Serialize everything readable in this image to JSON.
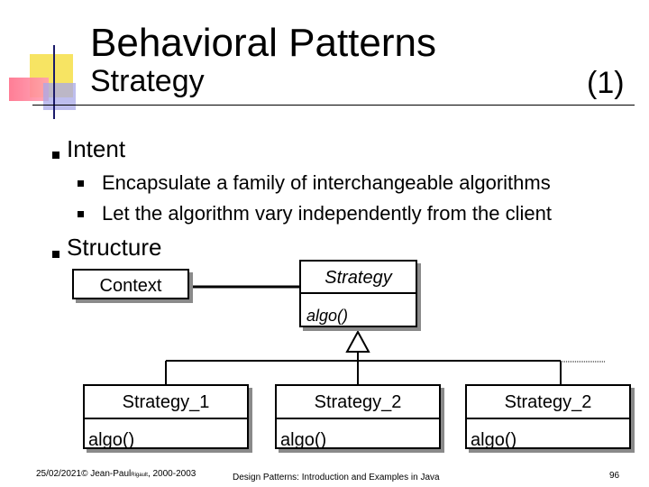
{
  "slide": {
    "title": "Behavioral Patterns",
    "subtitle": "Strategy",
    "part": "(1)"
  },
  "bullets": {
    "intent": {
      "label": "Intent",
      "items": [
        "Encapsulate a family of interchangeable algorithms",
        "Let the algorithm vary independently from the client"
      ]
    },
    "structure": {
      "label": "Structure"
    }
  },
  "diagram": {
    "context": "Context",
    "strategy": {
      "name": "Strategy",
      "method": "algo()"
    },
    "concrete": [
      {
        "name": "Strategy_1",
        "method": "algo()"
      },
      {
        "name": "Strategy_2",
        "method": "algo()"
      },
      {
        "name": "Strategy_2",
        "method": "algo()"
      }
    ]
  },
  "footer": {
    "date": "25/02/2021",
    "copyright_sym": "©",
    "author": "Jean-Paul",
    "author_small": "Rigault",
    "years": ", 2000-2003",
    "course": "Design Patterns: Introduction and Examples in Java",
    "page": "96"
  }
}
